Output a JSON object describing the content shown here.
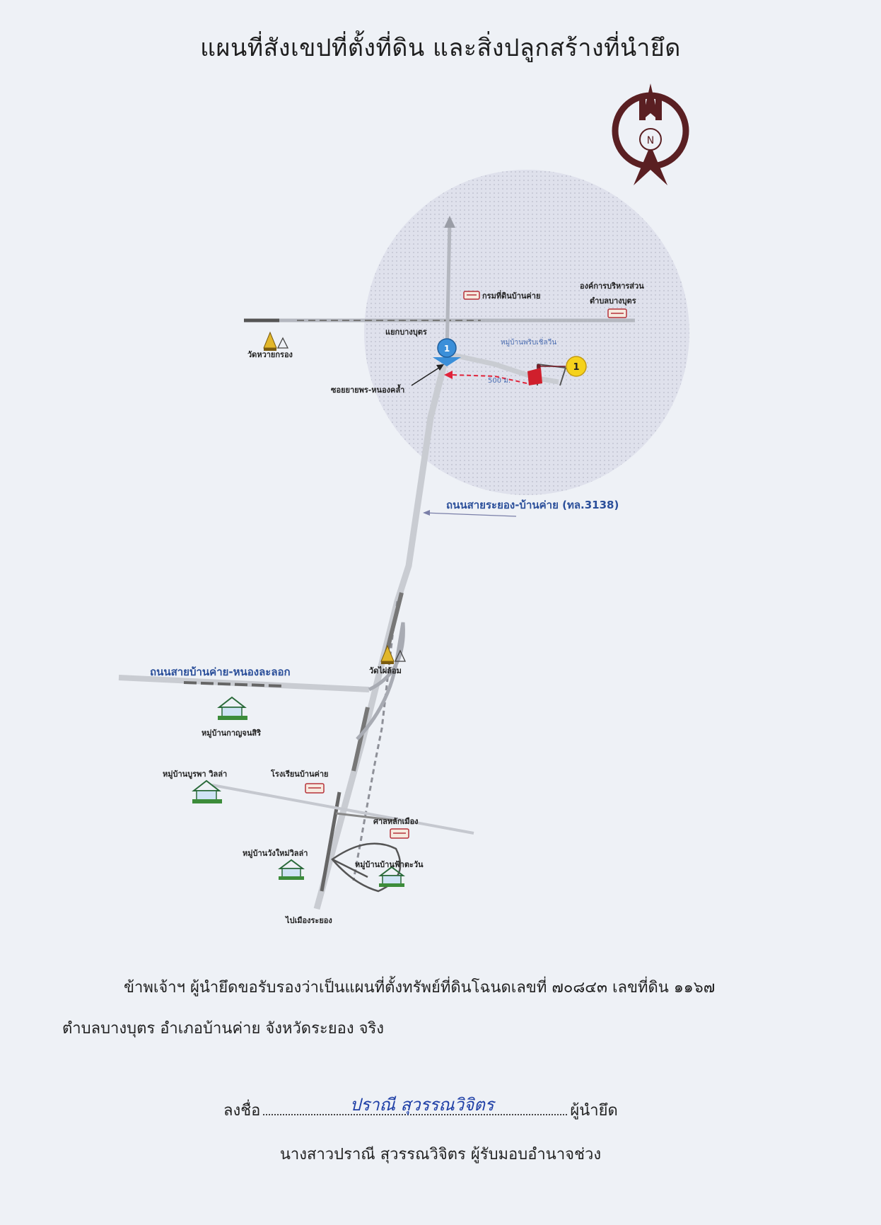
{
  "document": {
    "title": "แผนที่สังเขปที่ตั้งที่ดิน และสิ่งปลูกสร้างที่นำยึด"
  },
  "compass": {
    "letter": "N",
    "icon": "north-arrow-compass-icon"
  },
  "map": {
    "labels": {
      "dept_lands": "กรมที่ดินบ้านค่าย",
      "sao_line1": "องค์การบริหารส่วน",
      "sao_line2": "ตำบลบางบุตร",
      "wat_huai_yang": "วัดหวายกรอง",
      "bang_but_junction": "แยกบางบุตร",
      "village_prime": "หมู่บ้านพริบเชิ่ลวีน",
      "soi_name": "ซอยยายพร-หนองคล้ำ",
      "road_main": "ถนนสายระยอง-บ้านค่าย (ทล.3138)",
      "road_side": "ถนนสายบ้านค่าย-หนองละลอก",
      "wat_phai": "วัดไผ่ล้อม",
      "village_kanjana": "หมู่บ้านกาญจนสิริ",
      "village_burapha": "หมู่บ้านบูรพา วิลล่า",
      "school": "โรงเรียนบ้านค่าย",
      "shrine": "ศาลหลักเมือง",
      "village_wang_mai": "หมู่บ้านวังใหม่วิลล่า",
      "village_fa_tawan": "หมู่บ้านบ้านฟ้าตะวัน",
      "to_rayong": "ไปเมืองระยอง",
      "marker_one": "1",
      "distance": "500 ม."
    },
    "colors": {
      "road": "#c9ccd2",
      "road_dark": "#6d6d6d",
      "zone": "#d9dbe8",
      "parcel": "#d01f2c",
      "marker_yellow": "#f5d21c",
      "marker_blue": "#3b8fd9",
      "route": "#e0233a"
    }
  },
  "certification": {
    "line1": "ข้าพเจ้าฯ ผู้นำยึดขอรับรองว่าเป็นแผนที่ตั้งทรัพย์ที่ดินโฉนดเลขที่ ๗๐๘๔๓ เลขที่ดิน ๑๑๖๗",
    "line2": "ตำบลบางบุตร อำเภอบ้านค่าย จังหวัดระยอง จริง"
  },
  "signature": {
    "prefix": "ลงชื่อ",
    "signed_name": "ปราณี สุวรรณวิจิตร",
    "suffix": "ผู้นำยึด",
    "signer_line": "นางสาวปราณี สุวรรณวิจิตร ผู้รับมอบอำนาจช่วง"
  }
}
